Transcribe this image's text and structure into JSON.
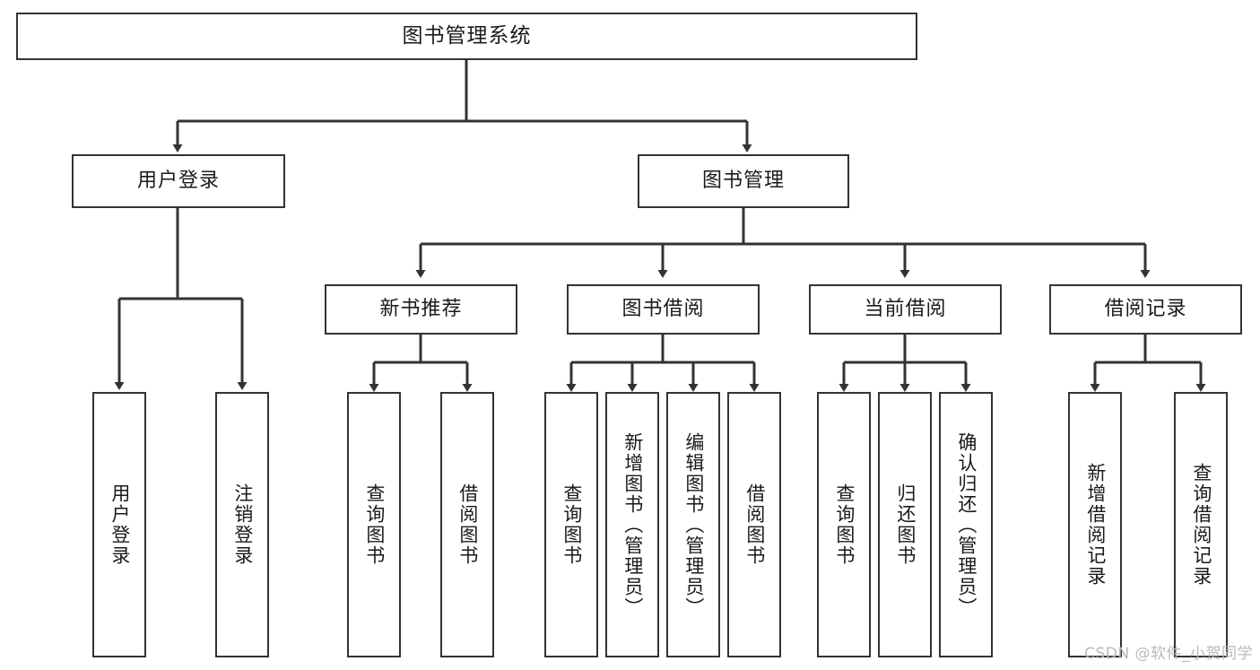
{
  "diagram": {
    "title": "图书管理系统",
    "type": "hierarchy-tree",
    "watermark": "CSDN @软件_小贺同学",
    "colors": {
      "stroke": "#333333",
      "fill": "#ffffff",
      "text": "#1a1a1a",
      "watermark": "#b9b9b9"
    },
    "root": {
      "id": "root",
      "label": "图书管理系统"
    },
    "level2": [
      {
        "id": "user-login",
        "label": "用户登录"
      },
      {
        "id": "book-manage",
        "label": "图书管理"
      }
    ],
    "level3": [
      {
        "id": "new-book-rec",
        "label": "新书推荐",
        "parent": "book-manage"
      },
      {
        "id": "book-borrow",
        "label": "图书借阅",
        "parent": "book-manage"
      },
      {
        "id": "current-borrow",
        "label": "当前借阅",
        "parent": "book-manage"
      },
      {
        "id": "borrow-record",
        "label": "借阅记录",
        "parent": "book-manage"
      }
    ],
    "leaves": [
      {
        "id": "leaf-user-login",
        "label": "用户登录",
        "parent": "user-login"
      },
      {
        "id": "leaf-logout",
        "label": "注销登录",
        "parent": "user-login"
      },
      {
        "id": "leaf-query-book-1",
        "label": "查询图书",
        "parent": "new-book-rec"
      },
      {
        "id": "leaf-borrow-book-1",
        "label": "借阅图书",
        "parent": "new-book-rec"
      },
      {
        "id": "leaf-query-book-2",
        "label": "查询图书",
        "parent": "book-borrow"
      },
      {
        "id": "leaf-add-book",
        "label": "新增图书（管理员）",
        "parent": "book-borrow"
      },
      {
        "id": "leaf-edit-book",
        "label": "编辑图书（管理员）",
        "parent": "book-borrow"
      },
      {
        "id": "leaf-borrow-book-2",
        "label": "借阅图书",
        "parent": "book-borrow"
      },
      {
        "id": "leaf-query-book-3",
        "label": "查询图书",
        "parent": "current-borrow"
      },
      {
        "id": "leaf-return-book",
        "label": "归还图书",
        "parent": "current-borrow"
      },
      {
        "id": "leaf-confirm-return",
        "label": "确认归还（管理员）",
        "parent": "current-borrow"
      },
      {
        "id": "leaf-add-record",
        "label": "新增借阅记录",
        "parent": "borrow-record"
      },
      {
        "id": "leaf-query-record",
        "label": "查询借阅记录",
        "parent": "borrow-record"
      }
    ]
  }
}
